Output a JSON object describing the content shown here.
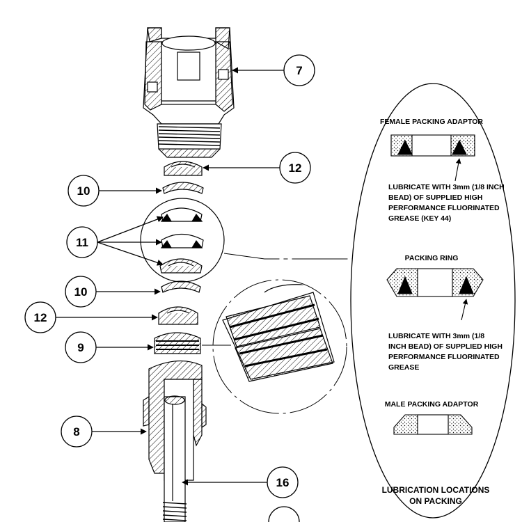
{
  "callouts": {
    "c7": "7",
    "c12a": "12",
    "c10a": "10",
    "c11": "11",
    "c10b": "10",
    "c12b": "12",
    "c9": "9",
    "c8": "8",
    "c16": "16"
  },
  "detail": {
    "female_title": "FEMALE PACKING ADAPTOR",
    "female_note": [
      "LUBRICATE WITH 3mm (1/8 INCH",
      "BEAD) OF SUPPLIED HIGH",
      "PERFORMANCE FLUORINATED",
      "GREASE (KEY 44)"
    ],
    "ring_title": "PACKING RING",
    "ring_note": [
      "LUBRICATE WITH 3mm (1/8",
      "INCH BEAD) OF SUPPLIED HIGH",
      "PERFORMANCE FLUORINATED",
      "GREASE"
    ],
    "male_title": "MALE PACKING ADAPTOR",
    "footer": [
      "LUBRICATION LOCATIONS",
      "ON PACKING"
    ]
  }
}
